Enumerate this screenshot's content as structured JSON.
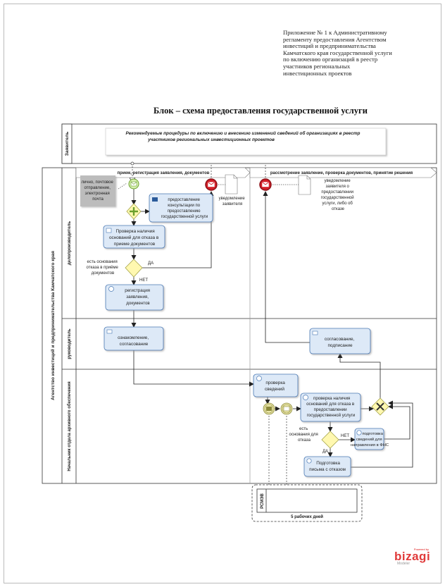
{
  "annex": {
    "lines": [
      "Приложение № 1 к Административному",
      "регламенту предоставления Агентством",
      "инвестиций и предпринимательства",
      "Камчатского края государственной услуги",
      "по включению организаций в реестр",
      "участников региональных",
      "инвестиционных проектов"
    ]
  },
  "title": "Блок – схема предоставления  государственной услуги",
  "diagram": {
    "pools": {
      "applicant": "Заявитель",
      "agency": "Агентство инвестиций и предпринимательства Камчатского края"
    },
    "lanes": {
      "clerk": "делопроизводитель",
      "head": "руководитель",
      "dept": "Начальник отдела архивного обеспечения"
    },
    "applicant_text": [
      "Рекомендуемые процедуры по включению и внесению изменений сведений об организациях в реестр",
      "участников региональных инвестиционных проектов"
    ],
    "phases": {
      "p1": "прием, регистрация заявления, документов",
      "p2": "рассмотрение заявление, проверка документов, принятие решения"
    },
    "annotations": {
      "submit": [
        "лично, почтовое",
        "отправление,",
        "электронная",
        "почта"
      ],
      "notify": [
        "уведомление",
        "заявителя"
      ],
      "notify_decision": [
        "уведомление",
        "заявителя о",
        "предоставлении",
        "государственной",
        "услуги, либо об",
        "отказе"
      ]
    },
    "tasks": {
      "consult": [
        "предоставление",
        "консультации по",
        "предоставлению",
        "государственной услуги"
      ],
      "check1": [
        "Проверка наличия",
        "оснований для отказа в",
        "приеме документов"
      ],
      "register": [
        "регистрация",
        "заявления,",
        "документов"
      ],
      "review_head": [
        "ознакомление,",
        "согласование"
      ],
      "approve": [
        "согласование,",
        "подписание"
      ],
      "verify": [
        "проверка",
        "сведений"
      ],
      "check2": [
        "проверка наличия",
        "оснований для отказа в",
        "предоставлении",
        "государственной услуги"
      ],
      "prepare_fns": [
        "подготовка",
        "сведений для",
        "направления в ФНС"
      ],
      "refusal": [
        "Подготовка",
        "письма с отказом"
      ]
    },
    "gateways": {
      "q1": [
        "есть основания",
        "отказа в приёме",
        "документов"
      ],
      "q1_yes": "ДА",
      "q1_no": "НЕТ",
      "q2": [
        "есть",
        "основания для",
        "отказа"
      ],
      "q2_yes": "ДА",
      "q2_no": "НЕТ"
    },
    "external": {
      "label": "РСМЭВ",
      "timer": "5 рабочих дней"
    }
  },
  "branding": {
    "powered": "Powered by",
    "name": "bizagi",
    "modeler": "Modeler"
  },
  "colors": {
    "task_fill": "#dde9f7",
    "task_stroke": "#4a79b4",
    "gateway_fill": "#fff8b0",
    "start_fill": "#d7f0b0",
    "end_red": "#d21f28",
    "brand": "#e03a3a"
  }
}
